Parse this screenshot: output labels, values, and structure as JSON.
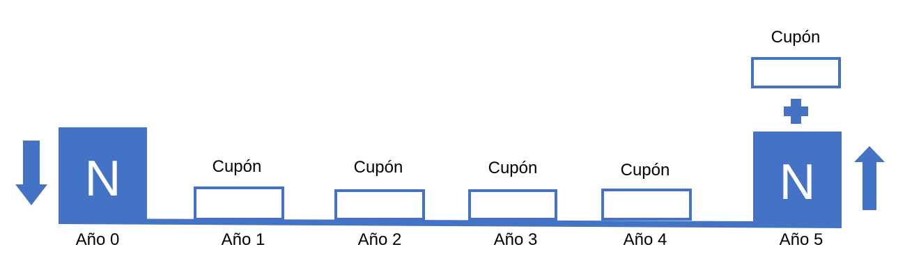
{
  "colors": {
    "accent": "#4472C4",
    "text": "#000000",
    "coupon_box_fill": "#FFFFFF",
    "nominal_text": "#FFFFFF"
  },
  "diagram": {
    "nominal_start_label": "N",
    "nominal_end_label": "N",
    "coupon_labels": [
      "Cupón",
      "Cupón",
      "Cupón",
      "Cupón",
      "Cupón"
    ],
    "year_labels": [
      "Año 0",
      "Año 1",
      "Año 2",
      "Año 3",
      "Año 4",
      "Año 5"
    ],
    "icons": {
      "down_arrow": "down-arrow-icon",
      "up_arrow": "up-arrow-icon",
      "plus": "plus-icon",
      "timeline": "timeline-bar"
    }
  }
}
